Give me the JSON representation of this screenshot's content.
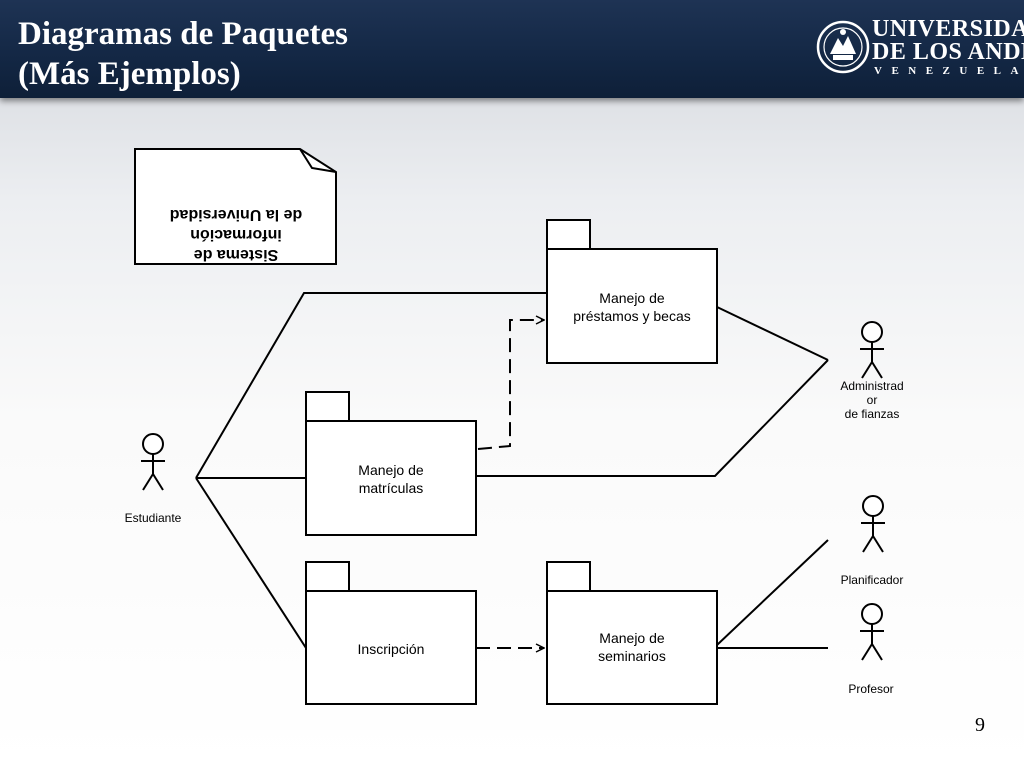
{
  "slide": {
    "title_line1": "Diagramas de Paquetes",
    "title_line2": "(Más Ejemplos)",
    "page_number": "9"
  },
  "logo": {
    "line1": "UNIVERSIDAD",
    "line2": "DE LOS ANDES",
    "line3": "VENEZUELA"
  },
  "note": {
    "line1": "Sistema de",
    "line2": "información",
    "line3": "de la Universidad"
  },
  "packages": {
    "prestamos": {
      "line1": "Manejo de",
      "line2": "préstamos y becas"
    },
    "matriculas": {
      "line1": "Manejo de",
      "line2": "matrículas"
    },
    "inscripcion": {
      "line1": "Inscripción"
    },
    "seminarios": {
      "line1": "Manejo de",
      "line2": "seminarios"
    }
  },
  "actors": {
    "estudiante": {
      "label": "Estudiante"
    },
    "administrador": {
      "line1": "Administrad",
      "line2": "or",
      "line3": "de fianzas"
    },
    "planificador": {
      "label": "Planificador"
    },
    "profesor": {
      "label": "Profesor"
    }
  },
  "colors": {
    "header_bg": "#132744",
    "stroke": "#000000",
    "package_fill": "#ffffff"
  }
}
